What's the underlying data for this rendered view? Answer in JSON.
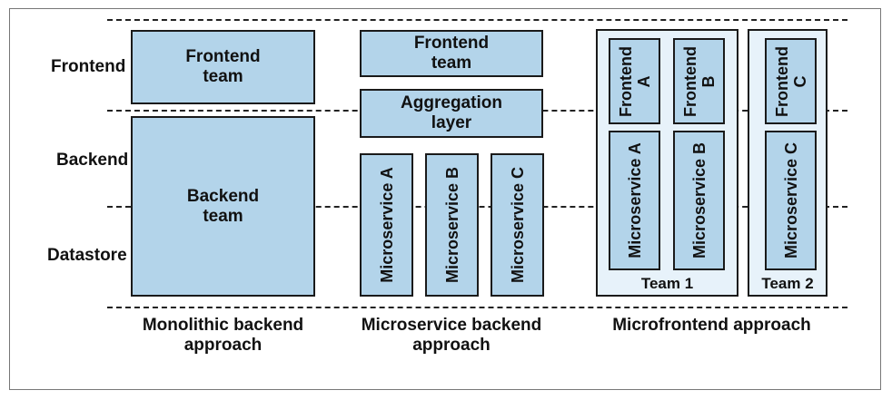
{
  "rows": {
    "frontend": "Frontend",
    "backend": "Backend",
    "datastore": "Datastore"
  },
  "monolithic": {
    "frontend_team": "Frontend\nteam",
    "backend_team": "Backend\nteam",
    "caption": "Monolithic backend\napproach"
  },
  "microservice": {
    "frontend_team": "Frontend\nteam",
    "aggregation": "Aggregation\nlayer",
    "services": [
      "Microservice A",
      "Microservice B",
      "Microservice C"
    ],
    "caption": "Microservice backend\napproach"
  },
  "microfrontend": {
    "team1": {
      "label": "Team 1",
      "frontends": [
        "Frontend\nA",
        "Frontend\nB"
      ],
      "services": [
        "Microservice A",
        "Microservice B"
      ]
    },
    "team2": {
      "label": "Team 2",
      "frontends": [
        "Frontend\nC"
      ],
      "services": [
        "Microservice C"
      ]
    },
    "caption": "Microfrontend approach"
  },
  "colors": {
    "box_fill": "#b3d4ea",
    "team_fill": "#e7f2fa",
    "stroke": "#1a1a1a"
  }
}
